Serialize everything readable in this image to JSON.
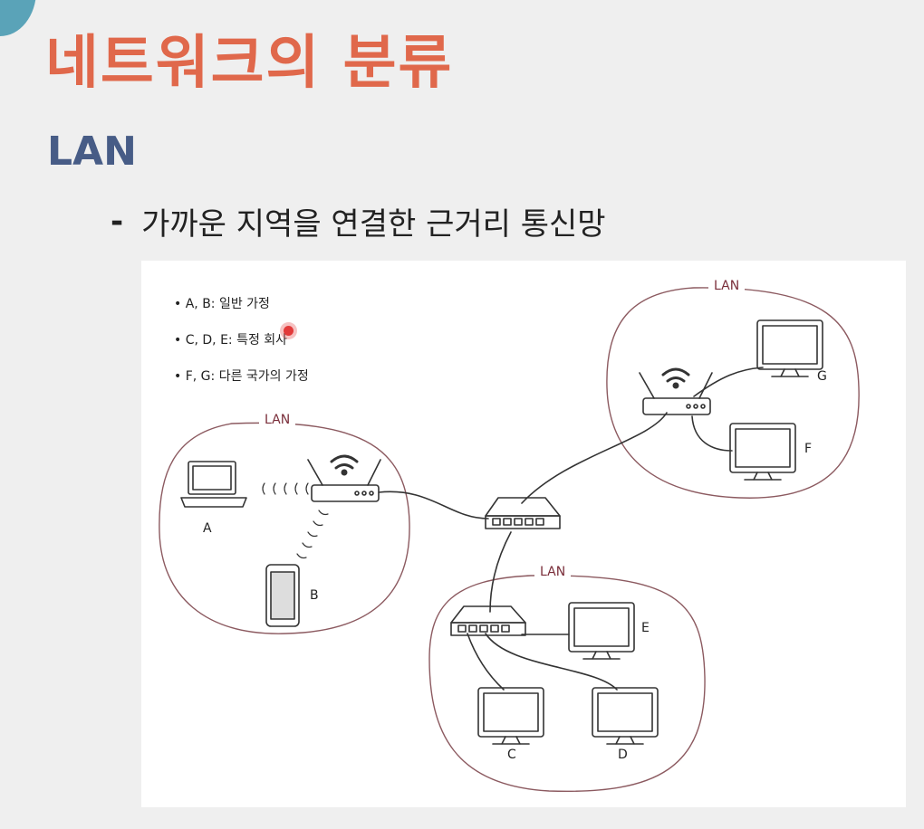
{
  "title": "네트워크의 분류",
  "section": "LAN",
  "bullet": {
    "marker": "-",
    "text": "가까운 지역을 연결한 근거리 통신망"
  },
  "diagram": {
    "legend": [
      "A, B: 일반 가정",
      "C, D, E: 특정 회사",
      "F, G: 다른 국가의 가정"
    ],
    "lan_label": "LAN",
    "nodes": {
      "a": "A",
      "b": "B",
      "c": "C",
      "d": "D",
      "e": "E",
      "f": "F",
      "g": "G"
    }
  },
  "colors": {
    "title": "#e0684b",
    "section": "#475c86",
    "lan_outline": "#8c5a60",
    "lan_text": "#7a2e3a",
    "pin": "#e23a3a"
  },
  "icons": [
    "laptop-icon",
    "phone-icon",
    "router-icon",
    "switch-icon",
    "monitor-icon",
    "wifi-icon"
  ]
}
